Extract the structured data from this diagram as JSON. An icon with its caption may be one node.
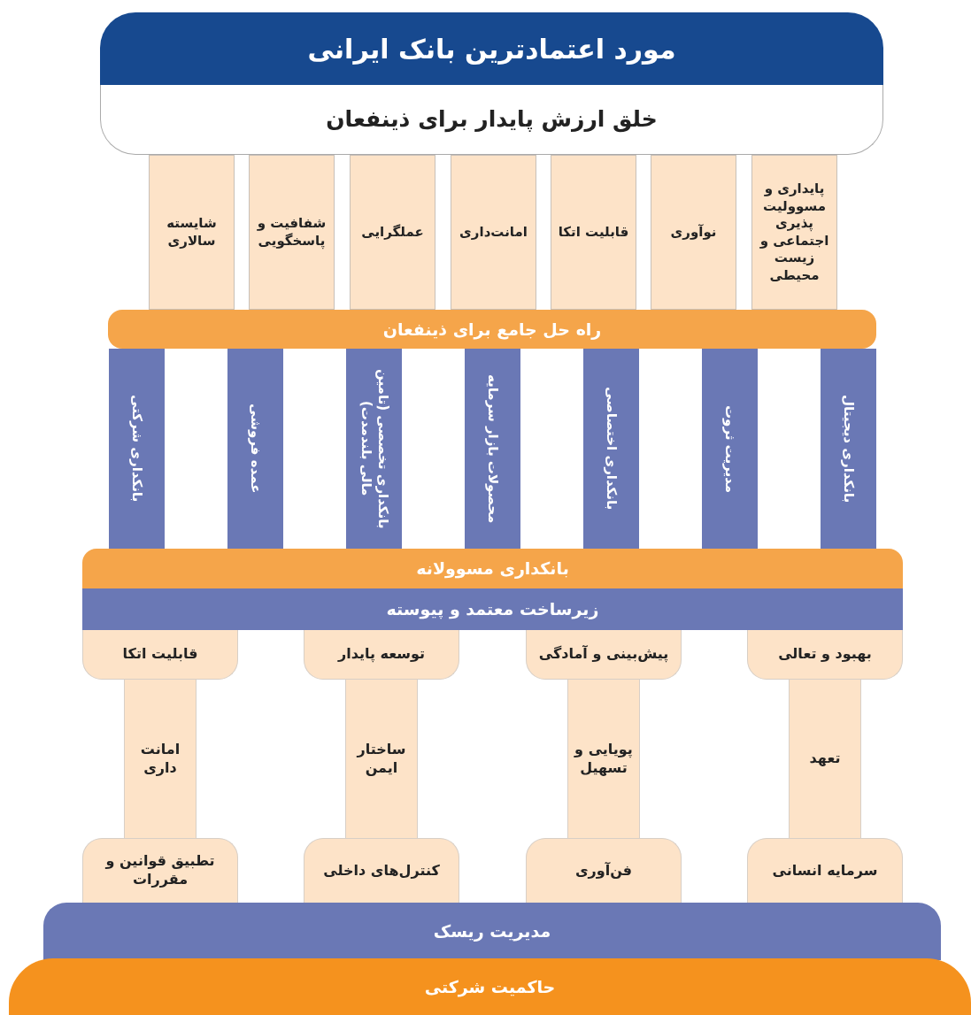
{
  "diagram": {
    "nodes": [
      {
        "text": [
          "مورد اعتمادترین بانک ایرانی"
        ]
      },
      {
        "text": [
          "خلق ارزش پایدار برای ذینفعان"
        ]
      },
      {
        "text": [
          "پایداری و مسوولیت پذیری اجتماعی و زیست محیطی"
        ]
      },
      {
        "text": [
          "نوآوری"
        ]
      },
      {
        "text": [
          "قابلیت اتکا"
        ]
      },
      {
        "text": [
          "امانت‌داری"
        ]
      },
      {
        "text": [
          "عملگرایی"
        ]
      },
      {
        "text": [
          "شفافیت و پاسخگویی"
        ]
      },
      {
        "text": [
          "شایسته سالاری"
        ]
      },
      {
        "text": [
          "راه حل جامع برای ذینفعان"
        ]
      },
      {
        "text": [
          "بانکداری دیجیتال"
        ]
      },
      {
        "text": [
          "مدیریت ثروت"
        ]
      },
      {
        "text": [
          "بانکداری اختصاصی"
        ]
      },
      {
        "text": [
          "محصولات بازار سرمایه"
        ]
      },
      {
        "text": [
          "بانکداری تخصصی (تامین مالی بلندمدت)"
        ]
      },
      {
        "text": [
          "عمده فروشی"
        ]
      },
      {
        "text": [
          "بانکداری شرکتی"
        ]
      },
      {
        "text": [
          "بانکداری مسوولانه"
        ]
      },
      {
        "text": [
          "زیرساخت معتمد و پیوسته"
        ]
      },
      {
        "text": [
          "بهبود و تعالی"
        ]
      },
      {
        "text": [
          "پیش‌بینی و آمادگی"
        ]
      },
      {
        "text": [
          "توسعه پایدار"
        ]
      },
      {
        "text": [
          "قابلیت اتکا"
        ]
      },
      {
        "text": [
          "تعهد"
        ]
      },
      {
        "text": [
          "پویایی و تسهیل"
        ]
      },
      {
        "text": [
          "ساختار ایمن"
        ]
      },
      {
        "text": [
          "امانت داری"
        ]
      },
      {
        "text": [
          "سرمایه انسانی"
        ]
      },
      {
        "text": [
          "فن‌آوری"
        ]
      },
      {
        "text": [
          "کنترل‌های داخلی"
        ]
      },
      {
        "text": [
          "تطبیق قوانین و مقررات"
        ]
      },
      {
        "text": [
          "مدیریت ریسک"
        ]
      },
      {
        "text": [
          "حاکمیت شرکتی"
        ]
      }
    ]
  }
}
